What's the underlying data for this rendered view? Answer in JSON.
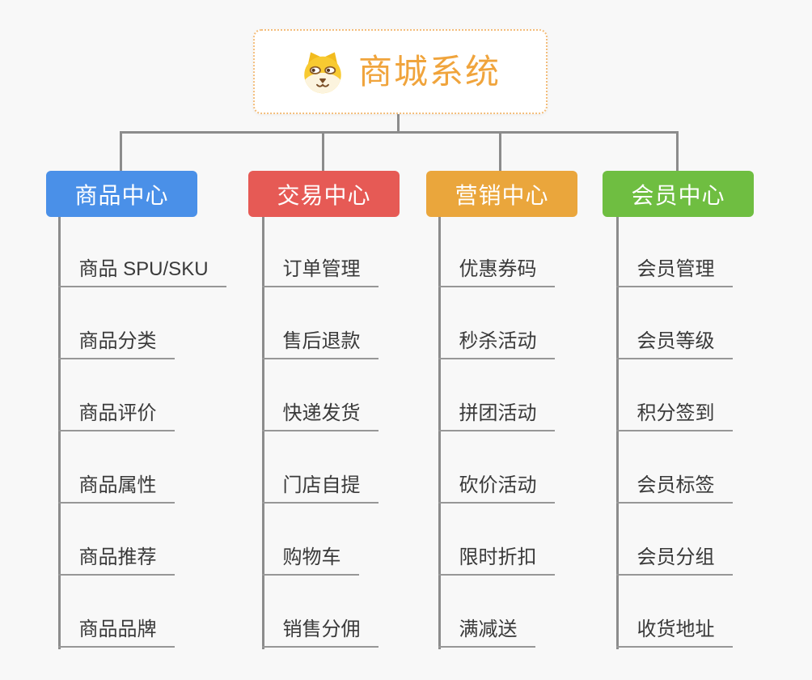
{
  "root": {
    "title": "商城系统",
    "icon": "shiba-dog-icon",
    "text_color": "#f0a43c",
    "border_color": "#f3bd7b"
  },
  "branches": [
    {
      "label": "商品中心",
      "color": "#4a90e8",
      "items": [
        "商品 SPU/SKU",
        "商品分类",
        "商品评价",
        "商品属性",
        "商品推荐",
        "商品品牌"
      ]
    },
    {
      "label": "交易中心",
      "color": "#e65a55",
      "items": [
        "订单管理",
        "售后退款",
        "快递发货",
        "门店自提",
        "购物车",
        "销售分佣"
      ]
    },
    {
      "label": "营销中心",
      "color": "#eaa63c",
      "items": [
        "优惠券码",
        "秒杀活动",
        "拼团活动",
        "砍价活动",
        "限时折扣",
        "满减送"
      ]
    },
    {
      "label": "会员中心",
      "color": "#6fbe41",
      "items": [
        "会员管理",
        "会员等级",
        "积分签到",
        "会员标签",
        "会员分组",
        "收货地址"
      ]
    }
  ],
  "colors": {
    "background": "#f8f8f8",
    "connector": "#8c8c8c",
    "underline": "#979797",
    "leaf_text": "#3a3a3a"
  }
}
